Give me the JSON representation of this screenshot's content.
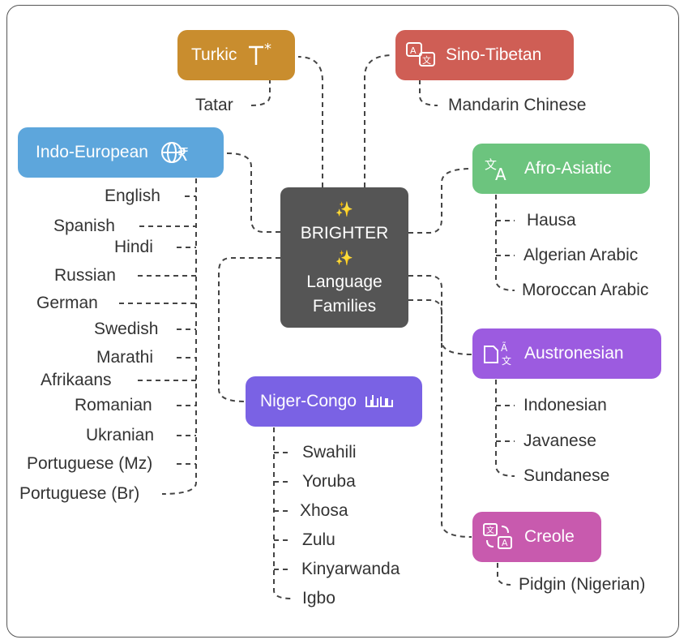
{
  "center": {
    "spark": "✨",
    "line1": "BRIGHTER",
    "line2": "Language",
    "line3": "Families"
  },
  "families": {
    "turkic": {
      "label": "Turkic",
      "icon": "text-cursor-icon",
      "color": "#C98D2E",
      "languages": [
        "Tatar"
      ]
    },
    "sino_tibetan": {
      "label": "Sino-Tibetan",
      "icon": "translate-chat-icon",
      "color": "#CF5E55",
      "languages": [
        "Mandarin Chinese"
      ]
    },
    "indo_european": {
      "label": "Indo-European",
      "icon": "globe-rupee-icon",
      "color": "#5DA6DC",
      "languages": [
        "English",
        "Spanish",
        "Hindi",
        "Russian",
        "German",
        "Swedish",
        "Marathi",
        "Afrikaans",
        "Romanian",
        "Ukranian",
        "Portuguese (Mz)",
        "Portuguese (Br)"
      ]
    },
    "afro_asiatic": {
      "label": "Afro-Asiatic",
      "icon": "translate-icon",
      "color": "#6CC47E",
      "languages": [
        "Hausa",
        "Algerian Arabic",
        "Moroccan Arabic"
      ]
    },
    "austronesian": {
      "label": "Austronesian",
      "icon": "document-translate-icon",
      "color": "#9C5BE0",
      "languages": [
        "Indonesian",
        "Javanese",
        "Sundanese"
      ]
    },
    "niger_congo": {
      "label": "Niger-Congo",
      "icon": "sign-language-icon",
      "color": "#7A62E4",
      "languages": [
        "Swahili",
        "Yoruba",
        "Xhosa",
        "Zulu",
        "Kinyarwanda",
        "Igbo"
      ]
    },
    "creole": {
      "label": "Creole",
      "icon": "translate-swap-icon",
      "color": "#C85AAE",
      "languages": [
        "Pidgin (Nigerian)"
      ]
    }
  }
}
